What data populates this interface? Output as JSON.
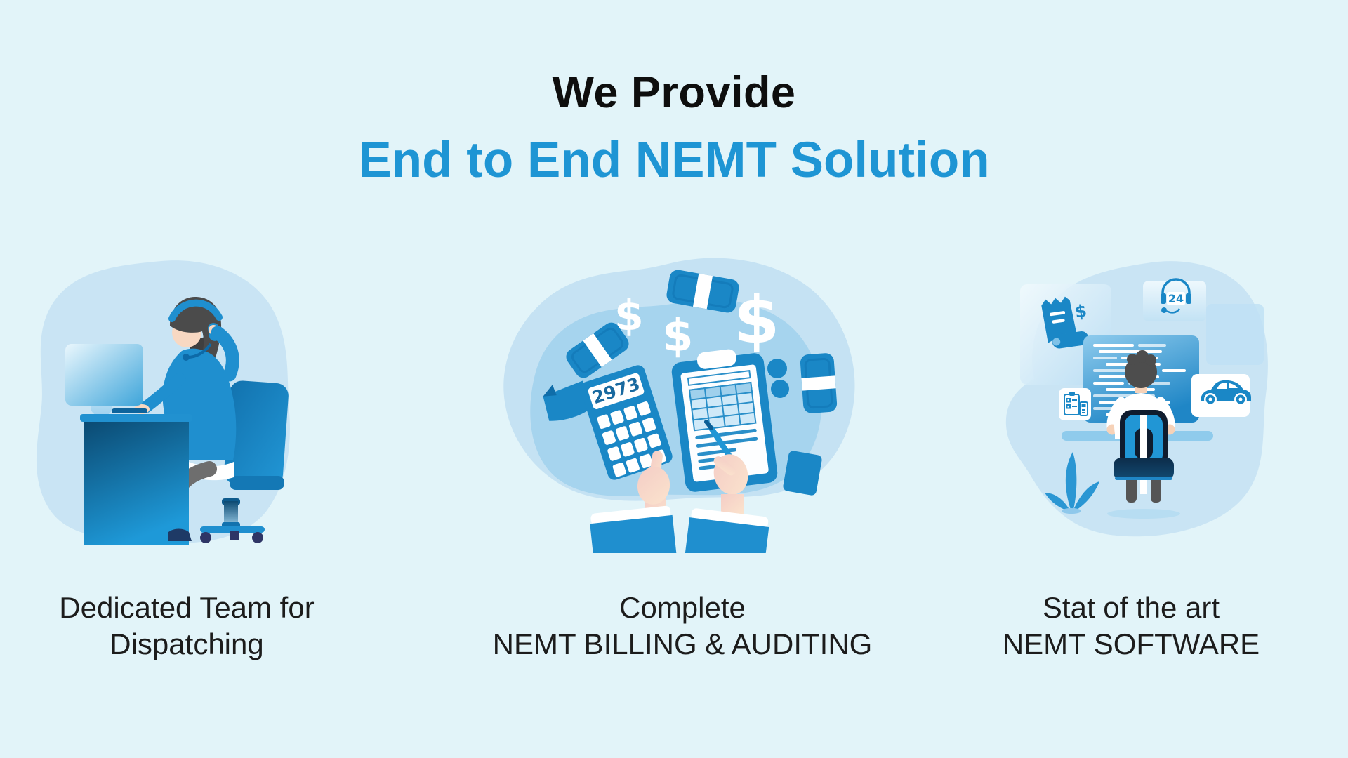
{
  "page": {
    "title": "We Provide",
    "subtitle": "End to End NEMT Solution",
    "background_color": "#e2f4f9",
    "title_color": "#0e0e0e",
    "subtitle_color": "#1e95d4"
  },
  "symbols": {
    "dollar": "$"
  },
  "colors": {
    "blob": "#c9e4f4",
    "blob_inner": "#a6d4ee",
    "primary_blue": "#1a87c6",
    "bright_blue": "#2196d5",
    "dark_blue": "#0b4a72",
    "caption_text": "#1c1c1c"
  },
  "features": [
    {
      "id": "dispatching",
      "caption_lines": [
        "Dedicated Team for",
        "Dispatching"
      ],
      "illustration": "woman-dispatcher-with-headset-at-desk",
      "icons": [
        "headset-icon",
        "monitor-icon",
        "desk",
        "office-chair"
      ]
    },
    {
      "id": "billing-auditing",
      "caption_lines": [
        "Complete",
        "NEMT BILLING & AUDITING"
      ],
      "illustration": "hands-with-clipboard-calculator-and-money",
      "calculator_display": "2973",
      "icons": [
        "dollar-sign-icon",
        "money-stack-icon",
        "calculator-icon",
        "clipboard-icon",
        "pen-icon"
      ]
    },
    {
      "id": "nemt-software",
      "caption_lines": [
        "Stat of the art",
        "NEMT SOFTWARE"
      ],
      "illustration": "developer-at-code-screen-with-service-panels",
      "support_badge": "24",
      "icons": [
        "receipt-dollar-icon",
        "support-24-icon",
        "code-screen",
        "car-icon",
        "checklist-icon",
        "plant-icon"
      ]
    }
  ]
}
